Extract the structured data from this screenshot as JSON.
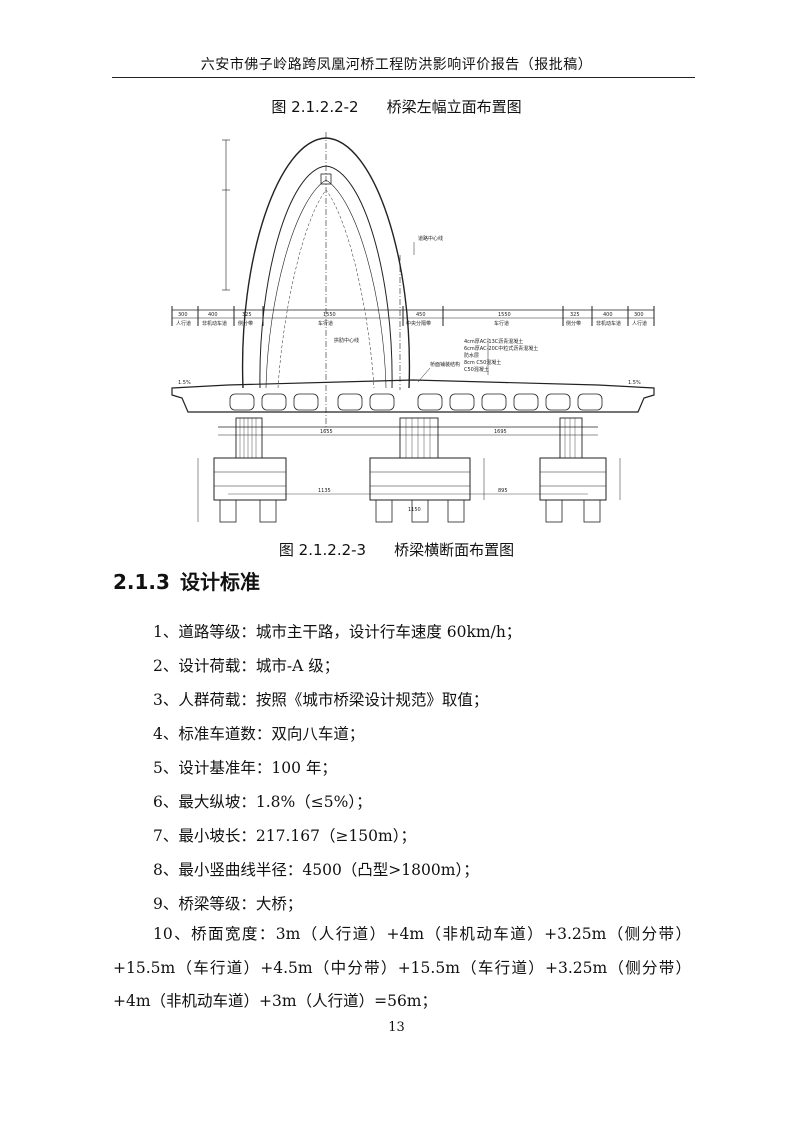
{
  "header": {
    "title": "六安市佛子岭路跨凤凰河桥工程防洪影响评价报告（报批稿）"
  },
  "figure_top_caption": {
    "number": "图 2.1.2.2-2",
    "text": "桥梁左幅立面布置图"
  },
  "figure": {
    "dims": {
      "top_row": [
        "300",
        "400",
        "325",
        "1550",
        "450",
        "1550",
        "325",
        "400",
        "300"
      ],
      "lanes": [
        "人行道",
        "非机动车道",
        "侧分带",
        "车行道",
        "中央分隔带",
        "车行道",
        "侧分带",
        "非机动车道",
        "人行道"
      ],
      "slope": "1.5%",
      "span_left": "1655",
      "span_right": "1695",
      "cap_left": "1135",
      "cap_right": "895",
      "footing_width": "1150"
    },
    "labels": {
      "road_center": "道路中心线",
      "arch_center": "拱肋中心线",
      "bearing": "桥面铺装结构",
      "layers": [
        "4cm厚AC-13C沥青混凝土",
        "6cm厚AC-20C中粒式沥青混凝土",
        "防水层",
        "8cm C50混凝土",
        "C50混凝土"
      ]
    }
  },
  "figure_bottom_caption": {
    "number": "图 2.1.2.2-3",
    "text": "桥梁横断面布置图"
  },
  "section": {
    "number": "2.1.3",
    "title": "设计标准"
  },
  "standards": [
    "1、道路等级：城市主干路，设计行车速度 60km/h；",
    "2、设计荷载：城市-A 级；",
    "3、人群荷载：按照《城市桥梁设计规范》取值；",
    "4、标准车道数：双向八车道；",
    "5、设计基准年：100 年；",
    "6、最大纵坡：1.8%（≤5%）；",
    "7、最小坡长：217.167（≥150m）；",
    "8、最小竖曲线半径：4500（凸型>1800m）；",
    "9、桥梁等级：大桥；"
  ],
  "standard_10": "10、桥面宽度：3m（人行道）+4m（非机动车道）+3.25m（侧分带）+15.5m（车行道）+4.5m（中分带）+15.5m（车行道）+3.25m（侧分带）+4m（非机动车道）+3m（人行道）=56m；",
  "page_number": "13"
}
